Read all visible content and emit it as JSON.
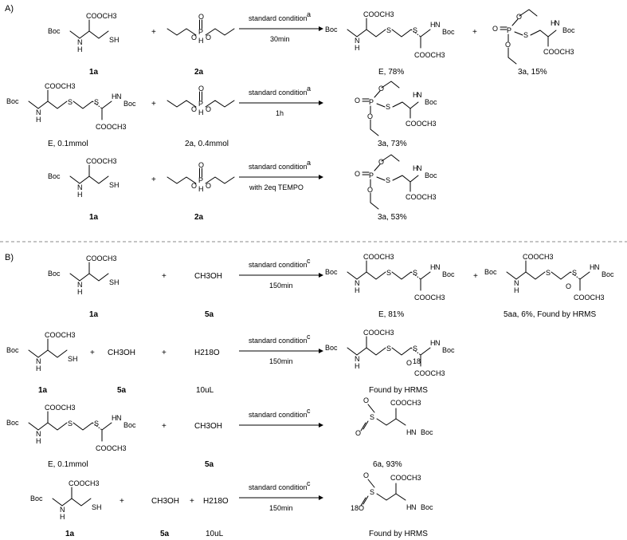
{
  "sections": {
    "a": "A)",
    "b": "B)"
  },
  "atoms": {
    "coome": "COOCH3",
    "boc": "Boc",
    "nh_n": "N",
    "nh_h": "H",
    "sh": "SH",
    "s": "S",
    "o": "O",
    "p": "P",
    "h": "H",
    "ch3oh": "CH3OH",
    "h2o18": "H218O",
    "o18": "18O",
    "s18": "18"
  },
  "plus": "+",
  "condition_a": "standard condition",
  "condition_c": "standard condition",
  "sup_a": "a",
  "sup_c": "c",
  "rows": [
    {
      "left": "1a",
      "mid": "2a",
      "prod1": "E, 78%",
      "prod2": "3a, 15%",
      "time": "30min"
    },
    {
      "left": "E, 0.1mmol",
      "mid": "2a, 0.4mmol",
      "prod1": "3a, 73%",
      "time": "1h"
    },
    {
      "left": "1a",
      "mid": "2a",
      "prod1": "3a, 53%",
      "time": "with 2eq TEMPO"
    },
    {
      "left": "1a",
      "mid": "5a",
      "prod1": "E, 81%",
      "prod2": "5aa, 6%, Found by HRMS",
      "time": "150min"
    },
    {
      "left": "1a",
      "mid": "5a",
      "mid2": "10uL",
      "prod1": "Found by HRMS",
      "time": "150min"
    },
    {
      "left": "E, 0.1mmol",
      "mid": "5a",
      "prod1": "6a, 93%",
      "time": ""
    },
    {
      "left": "1a",
      "mid": "5a",
      "mid2": "10uL",
      "prod1": "Found by HRMS",
      "time": "150min"
    }
  ]
}
